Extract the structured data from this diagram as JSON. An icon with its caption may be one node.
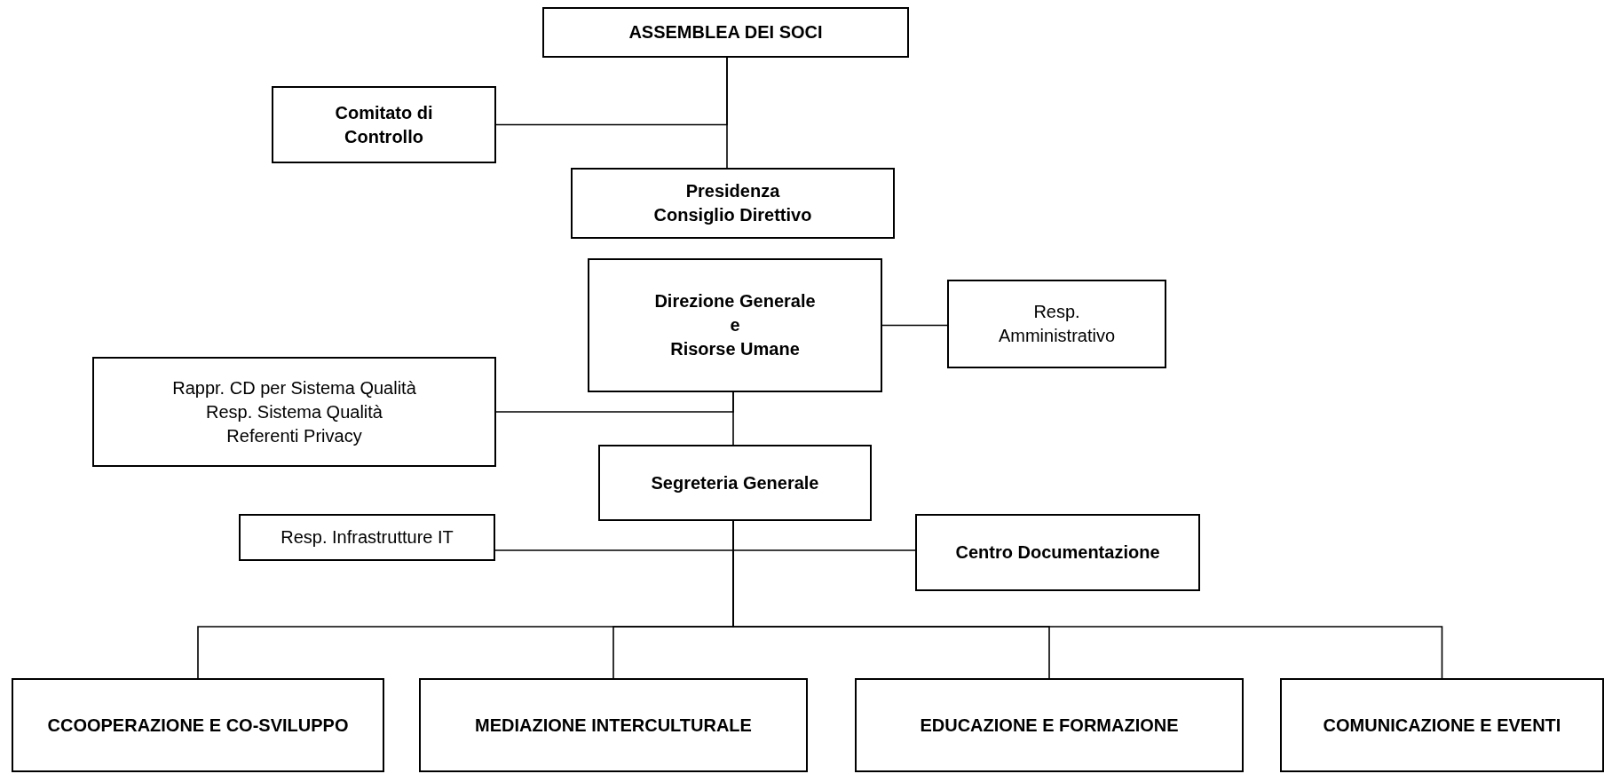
{
  "diagram": {
    "nodes": [
      {
        "text": [
          "ASSEMBLEA DEI SOCI"
        ]
      },
      {
        "text": [
          "Comitato di Controllo"
        ]
      },
      {
        "text": [
          "Presidenza",
          "Consiglio Direttivo"
        ]
      },
      {
        "text": [
          "Direzione Generale",
          "e",
          "Risorse Umane"
        ]
      },
      {
        "text": [
          "Resp. Amministrativo"
        ]
      },
      {
        "text": [
          "Rappr. CD per Sistema Qualità",
          "Resp. Sistema Qualità",
          "Referenti Privacy"
        ]
      },
      {
        "text": [
          "Segreteria Generale"
        ]
      },
      {
        "text": [
          "Resp. Infrastrutture IT"
        ]
      },
      {
        "text": [
          "Centro Documentazione"
        ]
      },
      {
        "text": [
          "CCOOPERAZIONE E CO-SVILUPPO"
        ]
      },
      {
        "text": [
          "MEDIAZIONE INTERCULTURALE"
        ]
      },
      {
        "text": [
          "EDUCAZIONE E FORMAZIONE"
        ]
      },
      {
        "text": [
          "COMUNICAZIONE E EVENTI"
        ]
      }
    ],
    "edges": [
      {
        "from": 0,
        "to": 2,
        "arrow": "none"
      },
      {
        "from": 1,
        "to": 0,
        "arrow": "none"
      },
      {
        "from": 3,
        "to": 4,
        "arrow": "none"
      },
      {
        "from": 3,
        "to": 6,
        "arrow": "none"
      },
      {
        "from": 5,
        "to": 3,
        "arrow": "none"
      },
      {
        "from": 6,
        "to": 7,
        "arrow": "none"
      },
      {
        "from": 6,
        "to": 8,
        "arrow": "none"
      },
      {
        "from": 6,
        "to": 9,
        "arrow": "none"
      },
      {
        "from": 6,
        "to": 10,
        "arrow": "none"
      },
      {
        "from": 6,
        "to": 11,
        "arrow": "none"
      },
      {
        "from": 6,
        "to": 12,
        "arrow": "none"
      }
    ]
  }
}
